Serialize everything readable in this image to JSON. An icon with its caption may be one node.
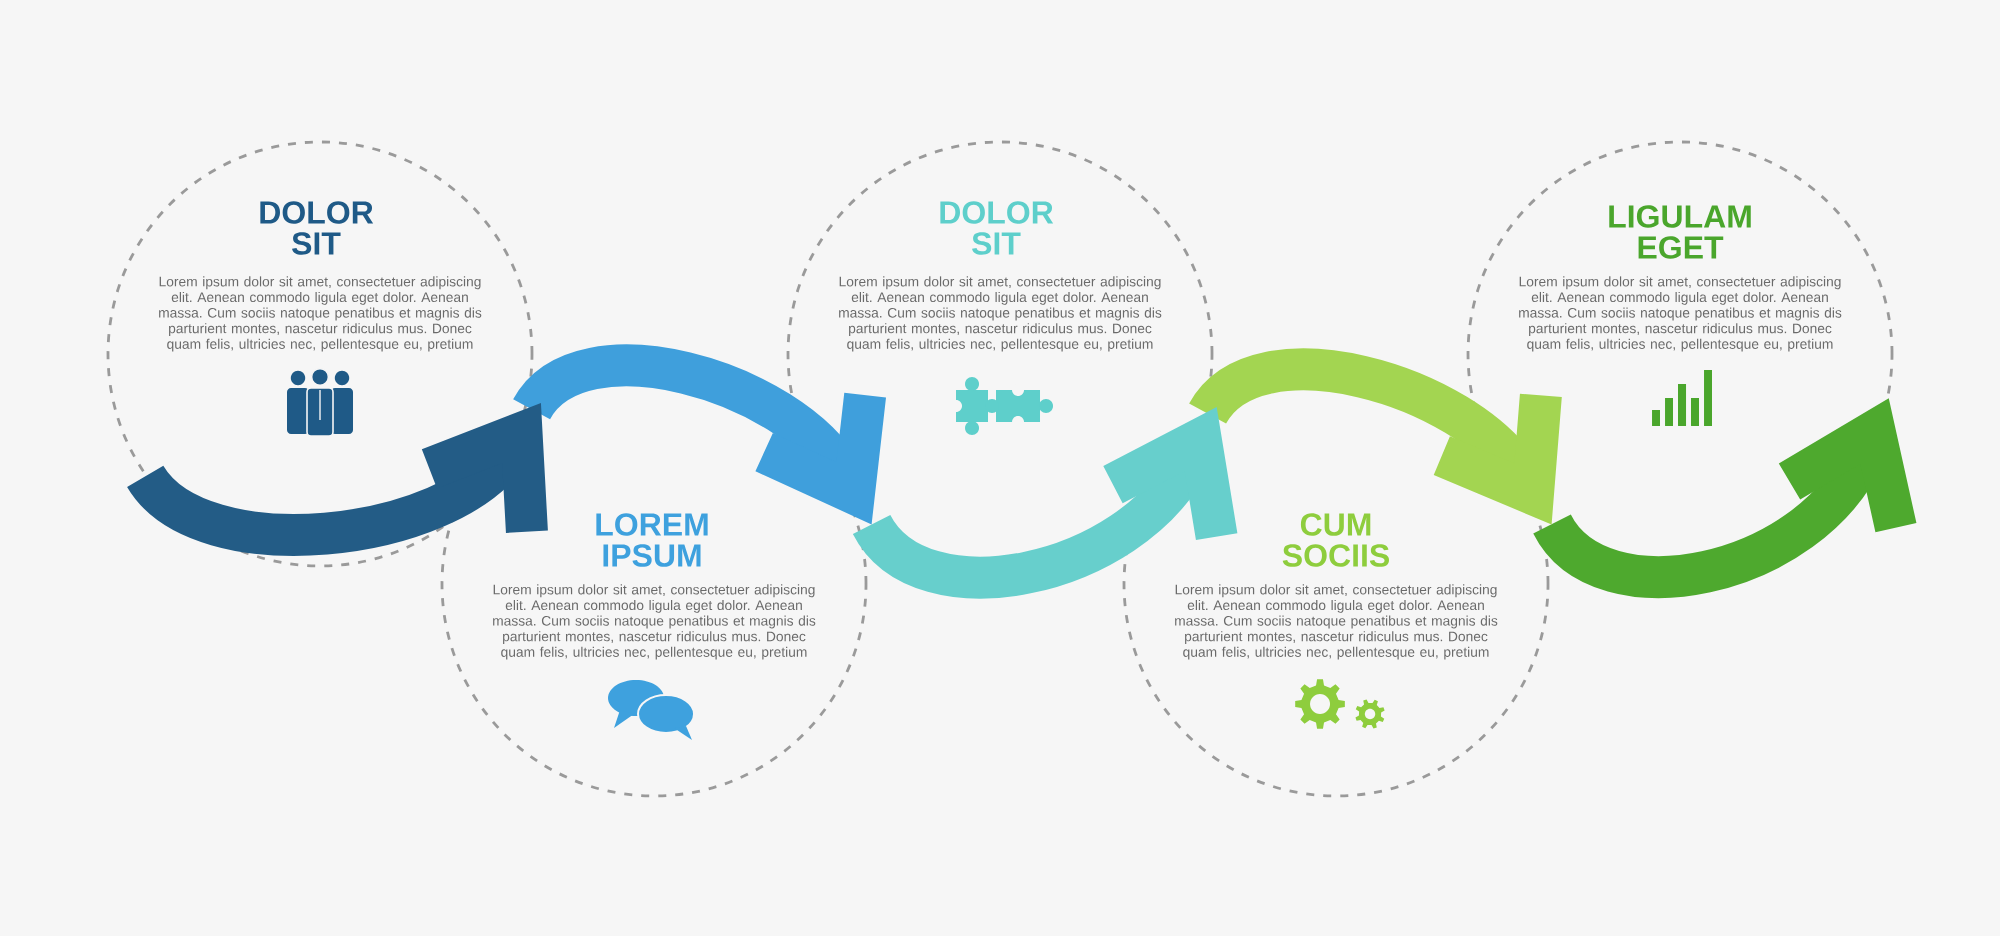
{
  "diagram": {
    "nodes": [
      {
        "text": [
          "DOLOR SIT",
          "Lorem ipsum dolor sit amet, consectetuer adipiscing elit. Aenean commodo ligula eget dolor. Aenean massa. Cum sociis natoque penatibus et magnis dis parturient montes, nascetur ridiculus mus. Donec quam felis, ultricies nec, pellentesque eu, pretium"
        ]
      },
      {
        "text": [
          "LOREM IPSUM",
          "Lorem ipsum dolor sit amet, consectetuer adipiscing elit. Aenean commodo ligula eget dolor. Aenean massa. Cum sociis natoque penatibus et magnis dis parturient montes, nascetur ridiculus mus. Donec quam felis, ultricies nec, pellentesque eu, pretium"
        ]
      },
      {
        "text": [
          "DOLOR SIT",
          "Lorem ipsum dolor sit amet, consectetuer adipiscing elit. Aenean commodo ligula eget dolor. Aenean massa. Cum sociis natoque penatibus et magnis dis parturient montes, nascetur ridiculus mus. Donec quam felis, ultricies nec, pellentesque eu, pretium"
        ]
      },
      {
        "text": [
          "CUM SOCIIS",
          "Lorem ipsum dolor sit amet, consectetuer adipiscing elit. Aenean commodo ligula eget dolor. Aenean massa. Cum sociis natoque penatibus et magnis dis parturient montes, nascetur ridiculus mus. Donec quam felis, ultricies nec, pellentesque eu, pretium"
        ]
      },
      {
        "text": [
          "LIGULAM EGET",
          "Lorem ipsum dolor sit amet, consectetuer adipiscing elit. Aenean commodo ligula eget dolor. Aenean massa. Cum sociis natoque penatibus et magnis dis parturient montes, nascetur ridiculus mus. Donec quam felis, ultricies nec, pellentesque eu, pretium"
        ]
      }
    ],
    "edges": [
      {
        "from": 0,
        "to": 1,
        "arrow": "to",
        "color": "#235c86"
      },
      {
        "from": 1,
        "to": 2,
        "arrow": "to",
        "color": "#3f9fdc"
      },
      {
        "from": 2,
        "to": 3,
        "arrow": "to",
        "color": "#67cfcc"
      },
      {
        "from": 3,
        "to": 4,
        "arrow": "to",
        "color": "#a3d551"
      },
      {
        "from": null,
        "to": 4,
        "arrow": "to",
        "color": "#4ea92e"
      }
    ]
  }
}
